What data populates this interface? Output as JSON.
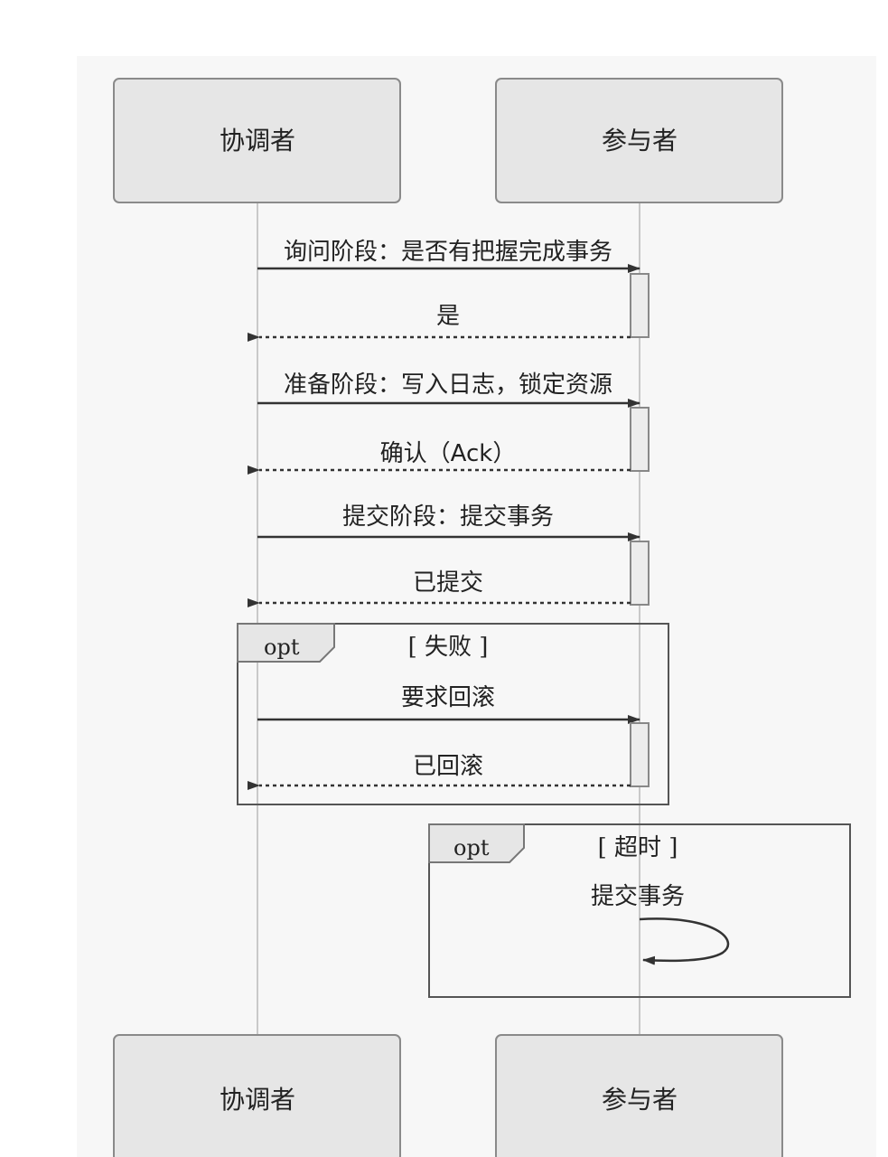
{
  "participants": {
    "coordinator": "协调者",
    "participant": "参与者"
  },
  "messages": [
    {
      "label": "询问阶段：是否有把握完成事务",
      "type": "sync"
    },
    {
      "label": "是",
      "type": "return"
    },
    {
      "label": "准备阶段：写入日志，锁定资源",
      "type": "sync"
    },
    {
      "label": "确认（Ack）",
      "type": "return"
    },
    {
      "label": "提交阶段：提交事务",
      "type": "sync"
    },
    {
      "label": "已提交",
      "type": "return"
    },
    {
      "label": "要求回滚",
      "type": "sync"
    },
    {
      "label": "已回滚",
      "type": "return"
    }
  ],
  "fragments": [
    {
      "operator": "opt",
      "guard": "[ 失败 ]"
    },
    {
      "operator": "opt",
      "guard": "[ 超时 ]",
      "self_message": "提交事务"
    }
  ]
}
